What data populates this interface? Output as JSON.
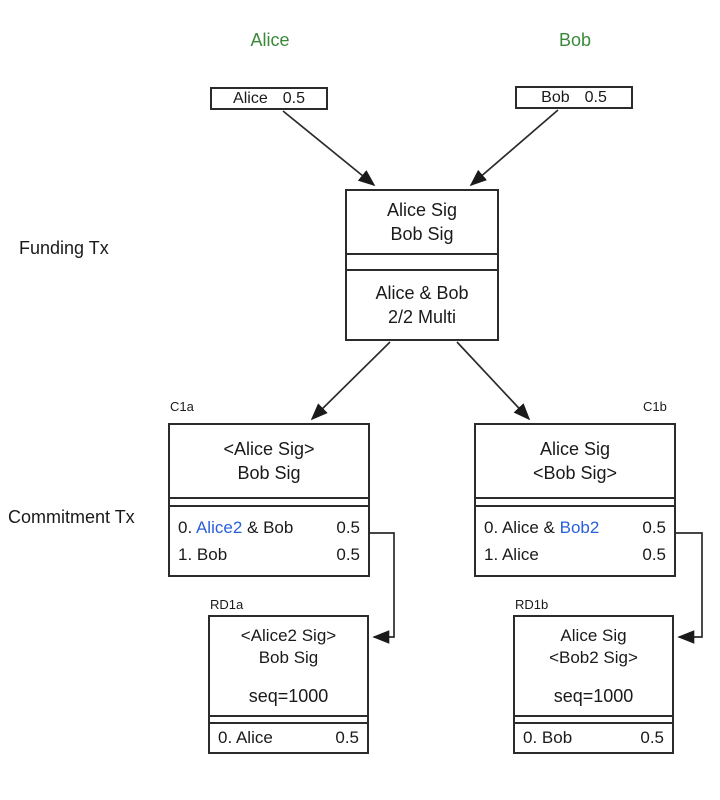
{
  "colors": {
    "green": "#3a8a3a",
    "blue": "#2a5fdb",
    "line": "#2b2b2b"
  },
  "parties": {
    "alice": "Alice",
    "bob": "Bob"
  },
  "side_labels": {
    "funding": "Funding Tx",
    "commitment": "Commitment Tx"
  },
  "inputs": {
    "alice": {
      "name": "Alice",
      "amount": "0.5"
    },
    "bob": {
      "name": "Bob",
      "amount": "0.5"
    }
  },
  "funding": {
    "sig1": "Alice Sig",
    "sig2": "Bob Sig",
    "script1": "Alice & Bob",
    "script2": "2/2 Multi"
  },
  "c1a": {
    "tag": "C1a",
    "sig1": "<Alice Sig>",
    "sig2": "Bob Sig",
    "outputs": [
      {
        "pre": "0. ",
        "hl": "Alice2",
        "post": " & Bob",
        "amount": "0.5"
      },
      {
        "pre": "1. Bob",
        "hl": "",
        "post": "",
        "amount": "0.5"
      }
    ]
  },
  "c1b": {
    "tag": "C1b",
    "sig1": "Alice Sig",
    "sig2": "<Bob Sig>",
    "outputs": [
      {
        "pre": "0. Alice & ",
        "hl": "Bob2",
        "post": "",
        "amount": "0.5"
      },
      {
        "pre": "1. Alice",
        "hl": "",
        "post": "",
        "amount": "0.5"
      }
    ]
  },
  "rd1a": {
    "tag": "RD1a",
    "sig1": "<Alice2 Sig>",
    "sig2": "Bob Sig",
    "seq": "seq=1000",
    "output": {
      "name": "0. Alice",
      "amount": "0.5"
    }
  },
  "rd1b": {
    "tag": "RD1b",
    "sig1": "Alice Sig",
    "sig2": "<Bob2 Sig>",
    "seq": "seq=1000",
    "output": {
      "name": "0. Bob",
      "amount": "0.5"
    }
  }
}
